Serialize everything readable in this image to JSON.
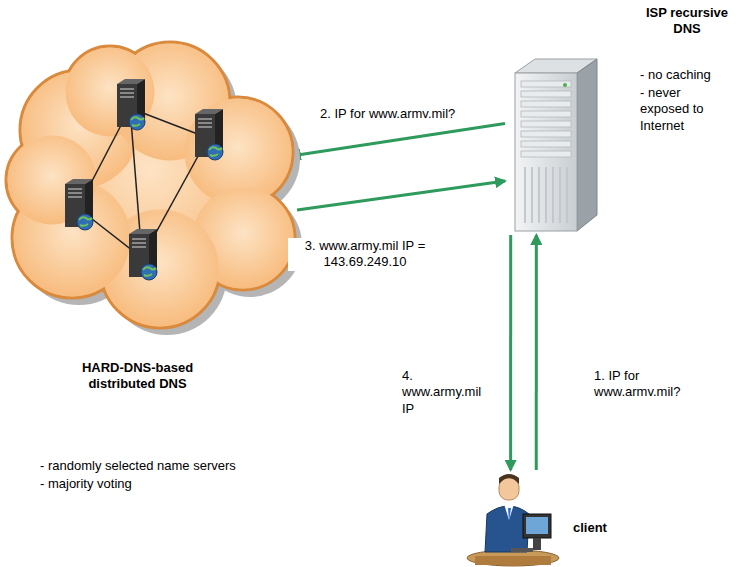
{
  "diagram": {
    "nodes": [
      {
        "text": [
          "HARD-DNS-based distributed DNS",
          "- randomly selected name servers",
          "- majority voting"
        ]
      },
      {
        "text": [
          "ISP recursive DNS",
          "- no caching",
          "- never exposed to Internet"
        ]
      },
      {
        "text": [
          "client"
        ]
      }
    ],
    "edges": [
      {
        "from": 1,
        "to": 0,
        "label": "2. IP for www.armv.mil?",
        "arrow": "to"
      },
      {
        "from": 0,
        "to": 1,
        "label": "3. www.army.mil IP = 143.69.249.10",
        "arrow": "to"
      },
      {
        "from": 2,
        "to": 1,
        "label": "1. IP for www.armv.mil?",
        "arrow": "to"
      },
      {
        "from": 1,
        "to": 2,
        "label": "4. www.army.mil IP",
        "arrow": "to"
      }
    ]
  }
}
